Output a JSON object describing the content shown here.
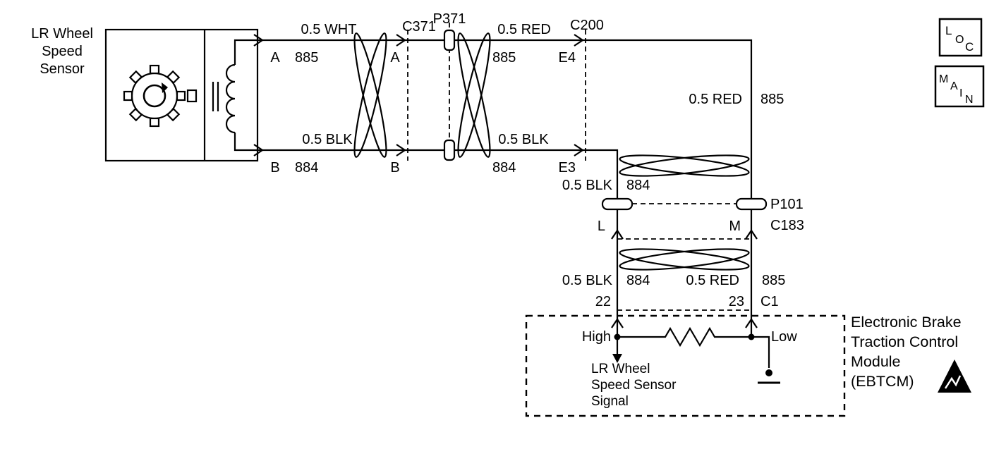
{
  "colors": {
    "line": "#000000",
    "background": "#ffffff"
  },
  "sensor": {
    "label": [
      "LR Wheel",
      "Speed",
      "Sensor"
    ],
    "pins": {
      "top": "A",
      "bottom": "B"
    }
  },
  "legend": {
    "loc": [
      "L",
      "O",
      "C"
    ],
    "main": [
      "M",
      "A",
      "I",
      "N"
    ]
  },
  "connectors": {
    "c371": {
      "name": "C371",
      "pin_top": "A",
      "pin_bottom": "B"
    },
    "p371": {
      "name": "P371"
    },
    "c200": {
      "name": "C200",
      "pin_top": "E4",
      "pin_bottom": "E3"
    },
    "c183": {
      "name": "C183",
      "inline_name": "P101",
      "pin_left": "L",
      "pin_right": "M"
    },
    "c1": {
      "name": "C1",
      "terminal_left": "22",
      "terminal_right": "23"
    }
  },
  "wire_labels": {
    "top_left": {
      "gauge": "0.5 WHT",
      "circuit": "885"
    },
    "bottom_left": {
      "gauge": "0.5 BLK",
      "circuit": "884"
    },
    "top_mid": {
      "gauge": "0.5 RED",
      "circuit": "885"
    },
    "bottom_mid": {
      "gauge": "0.5 BLK",
      "circuit": "884"
    },
    "right_vertical": {
      "gauge": "0.5 RED",
      "circuit": "885"
    },
    "left_vertical": {
      "gauge": "0.5 BLK",
      "circuit": "884"
    },
    "lower_left": {
      "gauge": "0.5 BLK",
      "circuit": "884"
    },
    "lower_right": {
      "gauge": "0.5 RED",
      "circuit": "885"
    }
  },
  "ebtcm": {
    "high_label": "High",
    "low_label": "Low",
    "signal_label": [
      "LR Wheel",
      "Speed Sensor",
      "Signal"
    ],
    "module_label": [
      "Electronic Brake",
      "Traction Control",
      "Module",
      "(EBTCM)"
    ]
  }
}
